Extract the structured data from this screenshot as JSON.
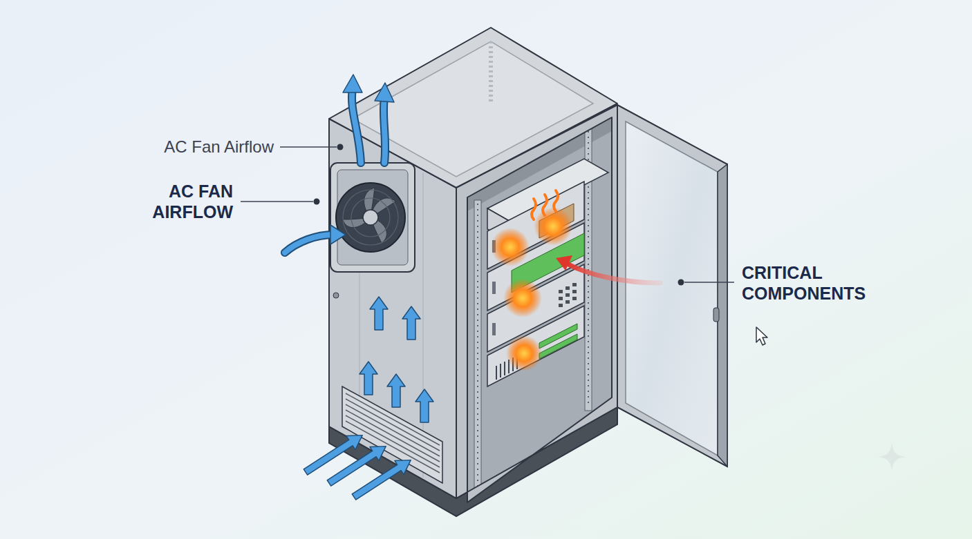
{
  "diagram": {
    "labels": [
      "AC Fan Airflow",
      "AC FAN AIRFLOW",
      "CRITICAL COMPONENTS"
    ]
  }
}
